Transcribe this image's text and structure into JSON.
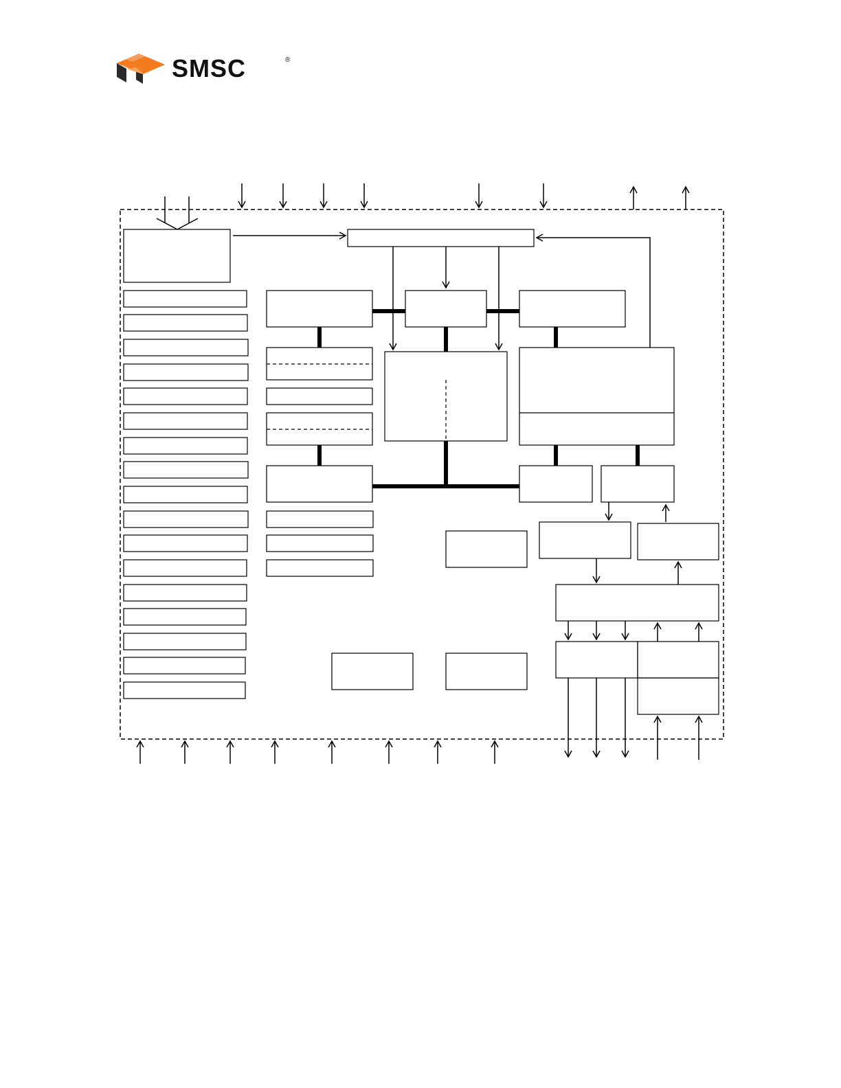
{
  "header": {
    "logo": {
      "name": "SMSC",
      "icon": "smsc-logo-mark",
      "registered_mark": "®",
      "colors": {
        "accent": "#f47b20",
        "dark": "#2b2b2b"
      }
    }
  },
  "diagram": {
    "type": "block-diagram",
    "border_style": "dashed",
    "text_labels": []
  }
}
